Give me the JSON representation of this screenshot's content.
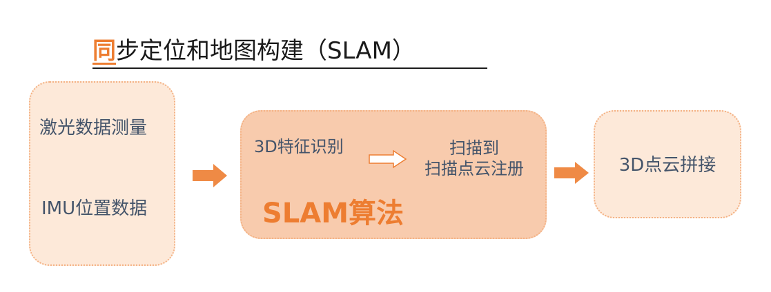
{
  "title": {
    "first_char": "同",
    "rest": "步定位和地图构建（SLAM）"
  },
  "inputs": {
    "laser": "激光数据测量",
    "imu": "IMU位置数据"
  },
  "slam_box": {
    "feature": "3D特征识别",
    "scan_line1": "扫描到",
    "scan_line2": "扫描点云注册",
    "name": "SLAM算法"
  },
  "output": {
    "label": "3D点云拼接"
  },
  "colors": {
    "accent": "#ed7d31",
    "box_fill_light": "#fde9d9",
    "box_fill_mid": "#f8cbad",
    "box_border": "#f4b183",
    "text": "#44546a"
  }
}
